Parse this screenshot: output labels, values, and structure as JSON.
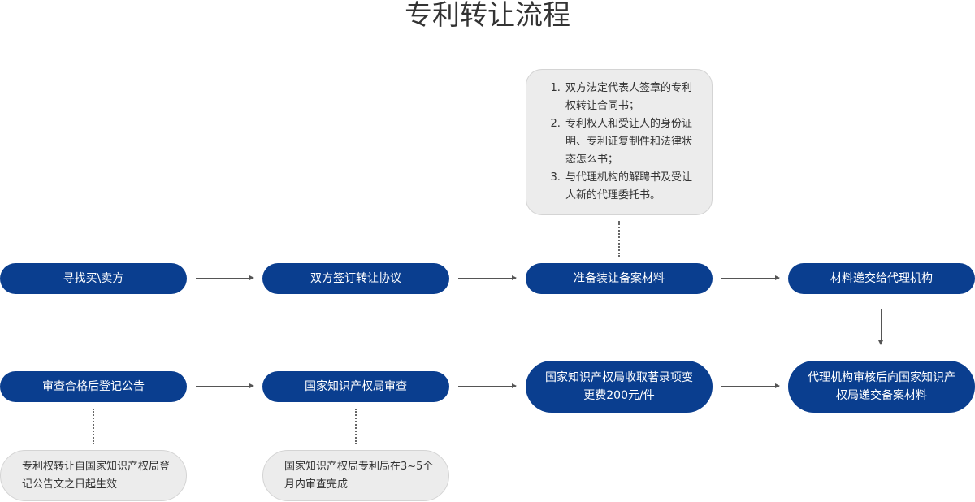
{
  "title": "专利转让流程",
  "steps": {
    "find_parties": "寻找买\\卖方",
    "sign_agreement": "双方签订转让协议",
    "prepare_materials": "准备装让备案材料",
    "submit_agency": "材料递交给代理机构",
    "agency_review": "代理机构审核后向国家知识产权局递交备案材料",
    "cnipa_fee": "国家知识产权局收取著录项变更费200元/件",
    "cnipa_examine": "国家知识产权局审查",
    "announce": "审查合格后登记公告"
  },
  "notes": {
    "materials": [
      "双方法定代表人签章的专利权转让合同书；",
      "专利权人和受让人的身份证明、专利证复制件和法律状态怎么书；",
      "与代理机构的解聘书及受让人新的代理委托书。"
    ],
    "examine_duration": "国家知识产权局专利局在3~5个月内审查完成",
    "effective": "专利权转让自国家知识产权局登记公告文之日起生效"
  }
}
